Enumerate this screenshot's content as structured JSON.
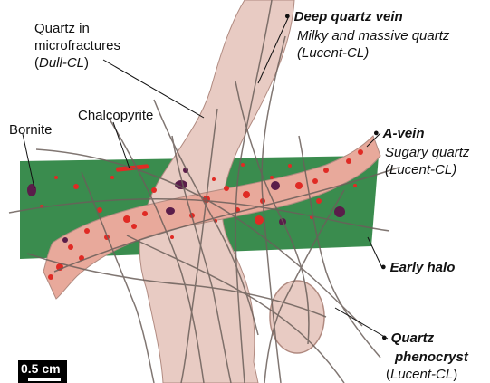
{
  "colors": {
    "halo": "#3a8c4e",
    "vein": "#e8cbc3",
    "vein_outline": "#b08a80",
    "a_vein": "#e8a99b",
    "fracture": "#6b5f5a",
    "chalcopyrite": "#e02a24",
    "bornite": "#5a1d4a"
  },
  "labels": {
    "quartz_micro_1": "Quartz in",
    "quartz_micro_2": "microfractures",
    "quartz_micro_3": "Dull-CL",
    "bornite": "Bornite",
    "chalcopyrite": "Chalcopyrite",
    "deep_vein_title": "Deep quartz vein",
    "deep_vein_desc": "Milky and massive quartz",
    "deep_vein_cl": "(Lucent-CL)",
    "a_vein_title": "A-vein",
    "a_vein_desc": "Sugary quartz",
    "a_vein_cl": "(Lucent-CL)",
    "early_halo": "Early halo",
    "pheno_1": "Quartz",
    "pheno_2": "phenocryst",
    "pheno_cl": "Lucent-CL",
    "scale": "0.5 cm"
  }
}
